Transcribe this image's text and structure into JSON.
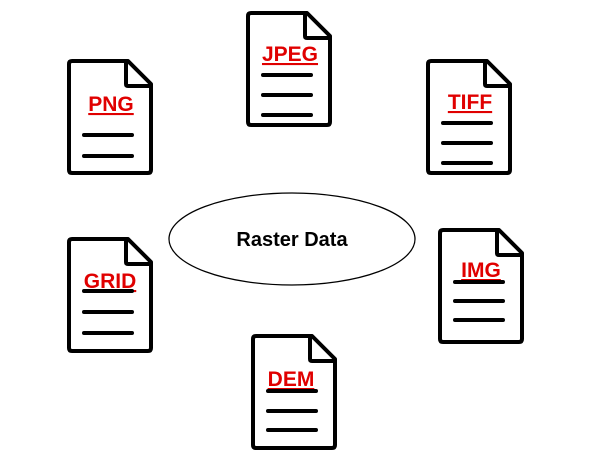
{
  "center": {
    "label": "Raster Data"
  },
  "label_color": "#e00000",
  "files": [
    {
      "label": "PNG",
      "icon": "document-icon"
    },
    {
      "label": "JPEG",
      "icon": "document-icon"
    },
    {
      "label": "TIFF",
      "icon": "document-icon"
    },
    {
      "label": "GRID",
      "icon": "document-icon"
    },
    {
      "label": "IMG",
      "icon": "document-icon"
    },
    {
      "label": "DEM",
      "icon": "document-icon"
    }
  ]
}
